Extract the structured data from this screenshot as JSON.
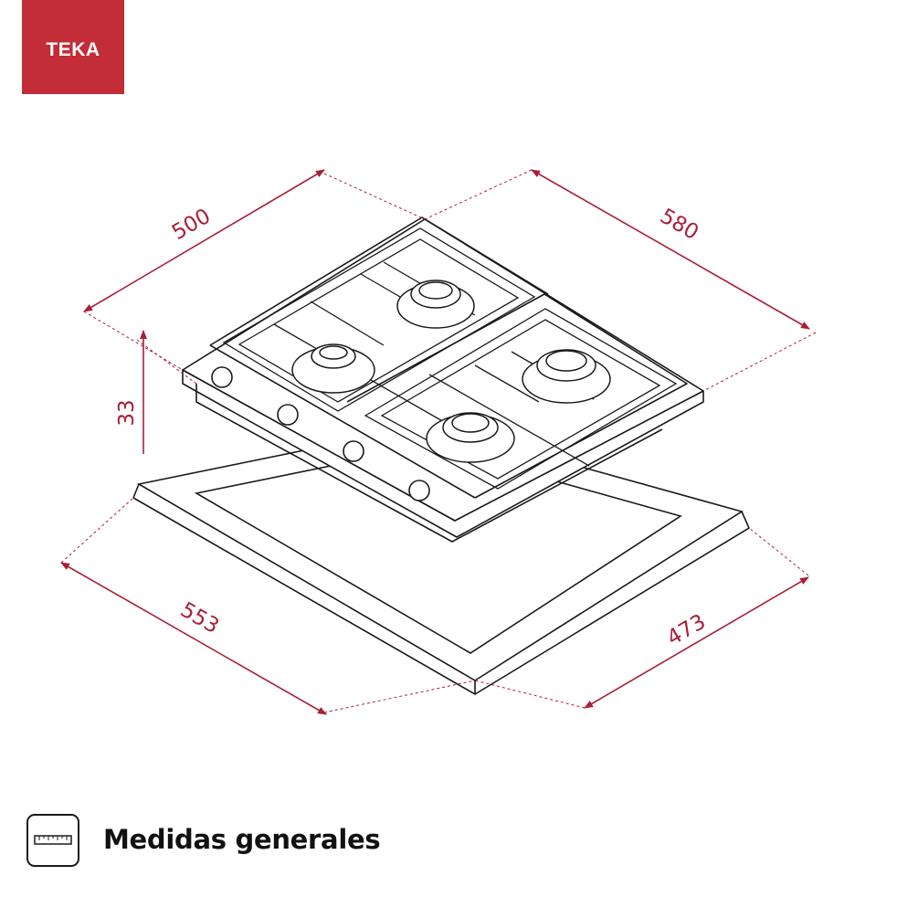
{
  "brand": {
    "name": "TEKA",
    "color": "#c22d37"
  },
  "dimensions": {
    "depth_top": "500",
    "width_top": "580",
    "height": "33",
    "cutout_width": "553",
    "cutout_depth": "473"
  },
  "colors": {
    "dimension_line": "#a8203a",
    "drawing_line": "#1a1a1a"
  },
  "footer": {
    "icon": "ruler-icon",
    "label": "Medidas generales"
  }
}
